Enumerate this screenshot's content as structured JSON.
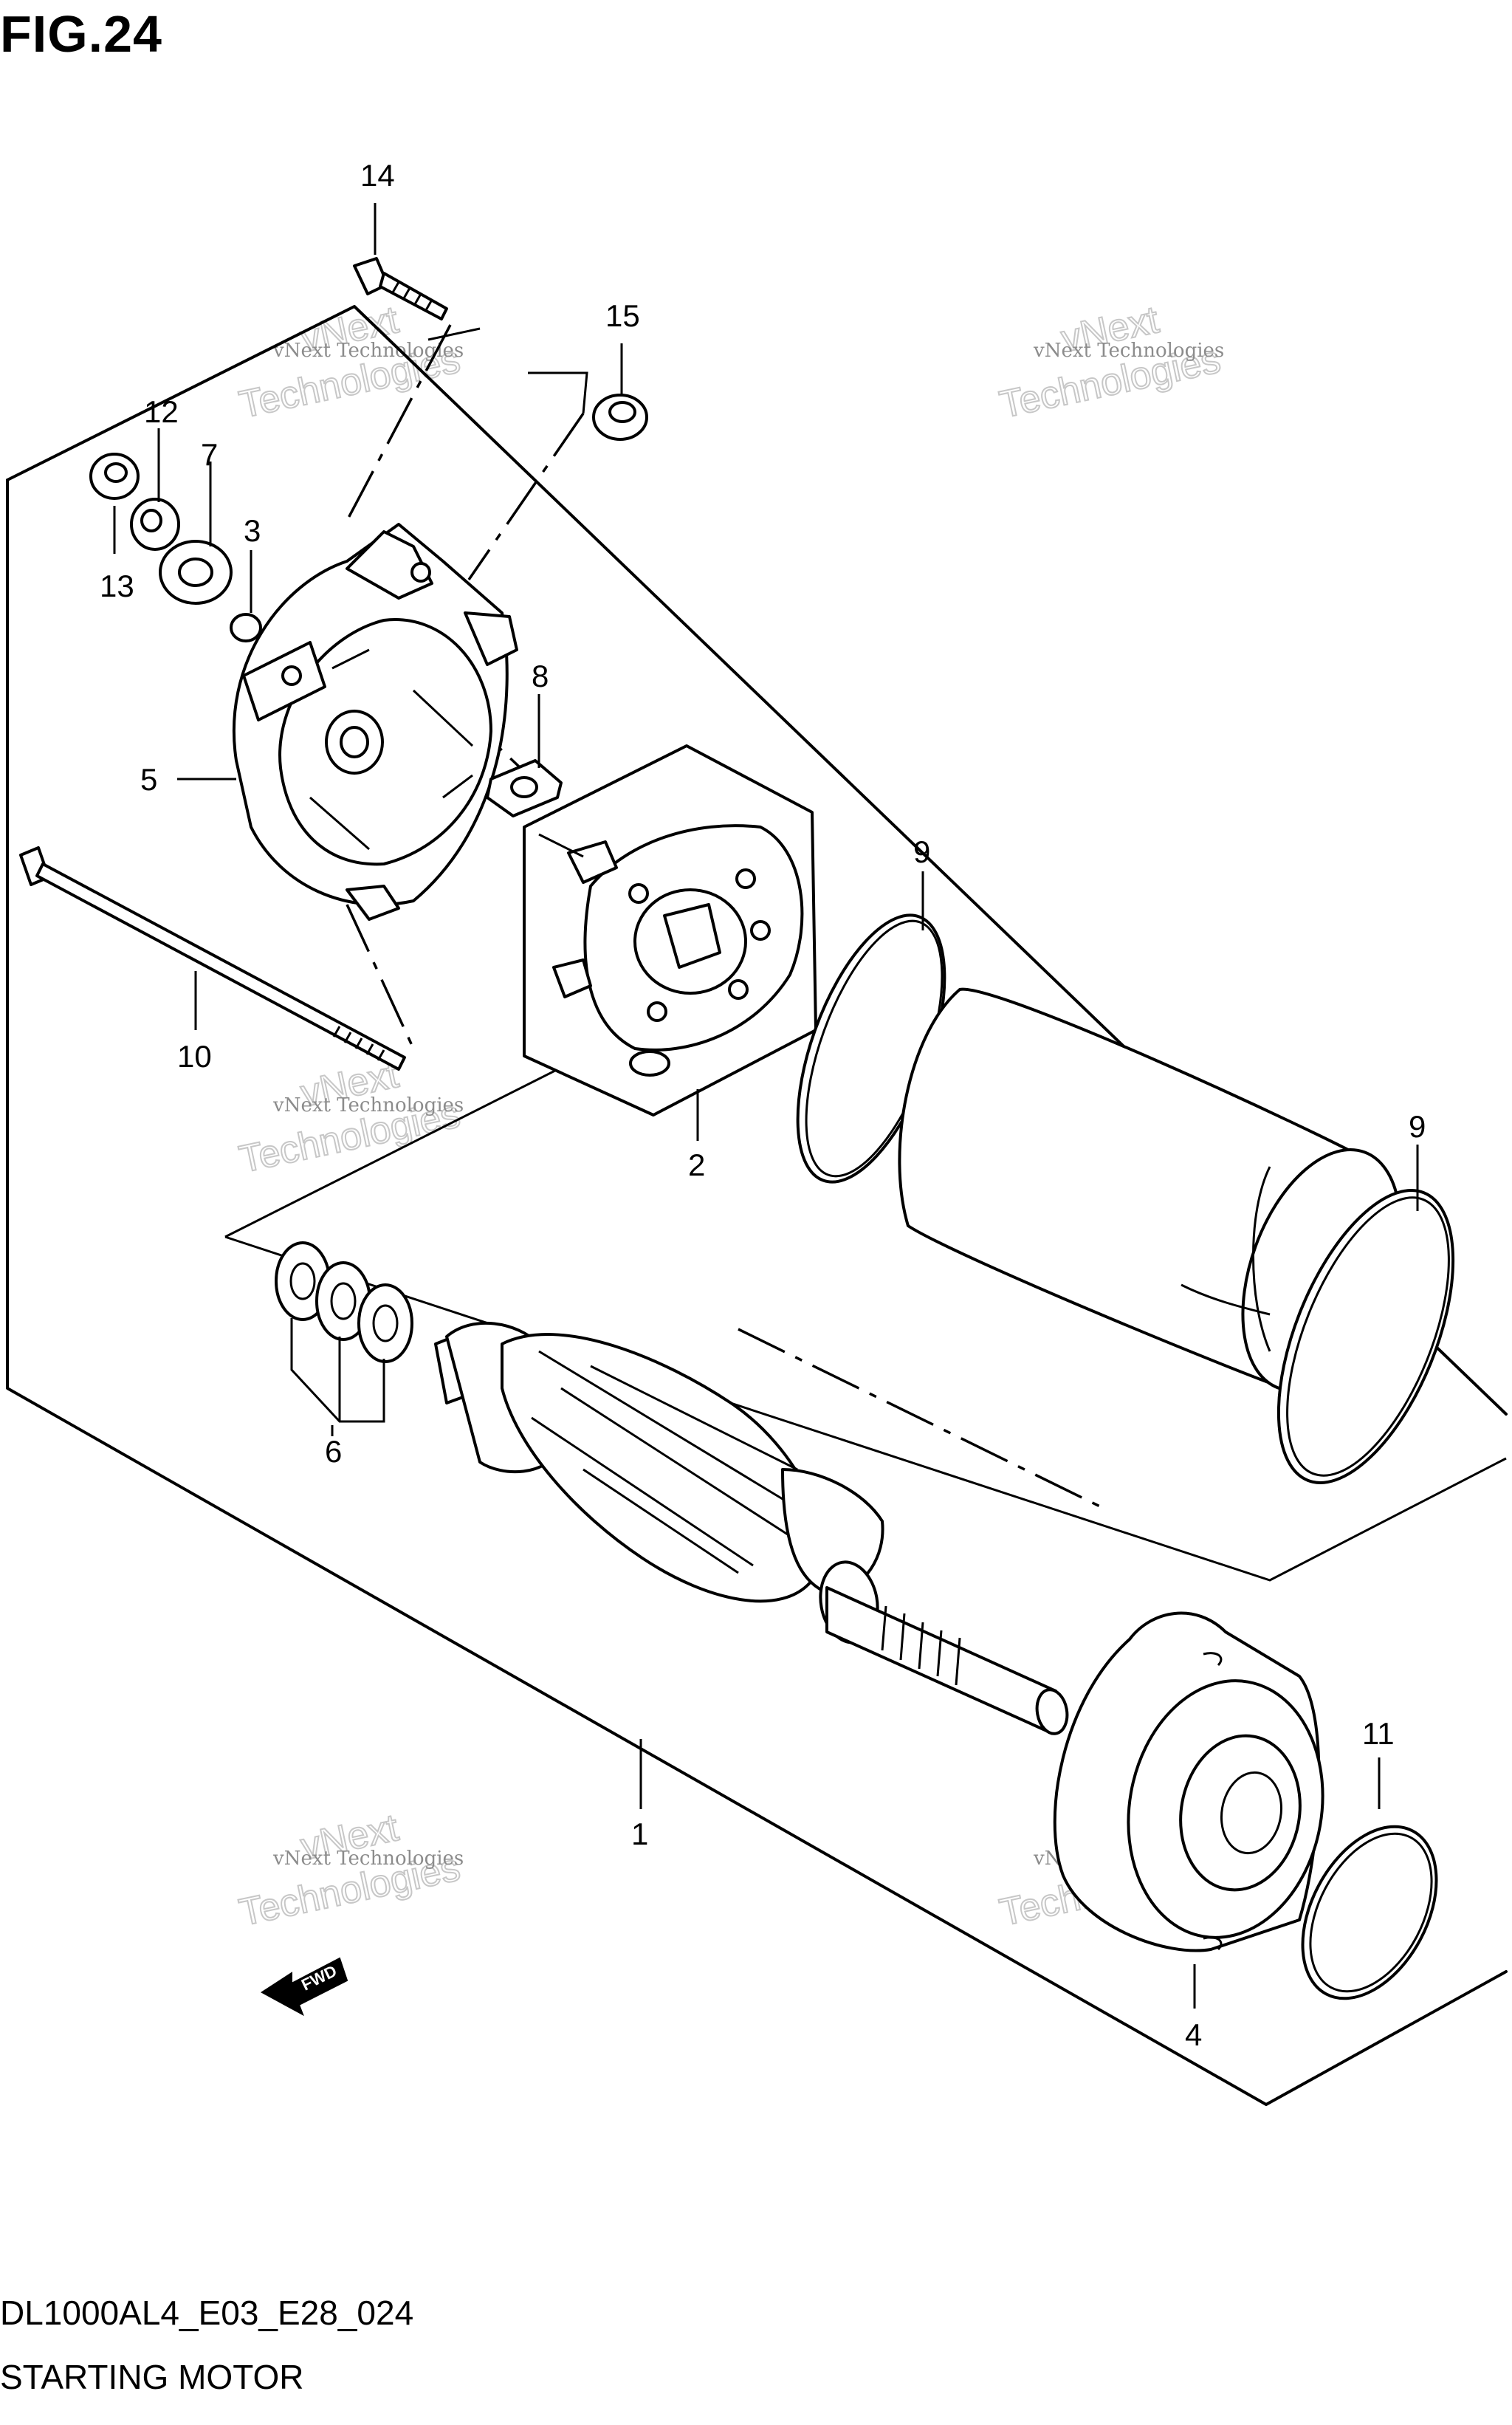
{
  "figure": {
    "title": "FIG.24",
    "code": "DL1000AL4_E03_E28_024",
    "name": "STARTING MOTOR"
  },
  "callouts": [
    "14",
    "15",
    "12",
    "7",
    "3",
    "13",
    "8",
    "5",
    "9",
    "10",
    "2",
    "9",
    "6",
    "1",
    "11",
    "4"
  ],
  "fwd_label": "FWD",
  "watermark": {
    "small": "vNext Technologies",
    "big": "Technologies",
    "top": "vNext"
  }
}
